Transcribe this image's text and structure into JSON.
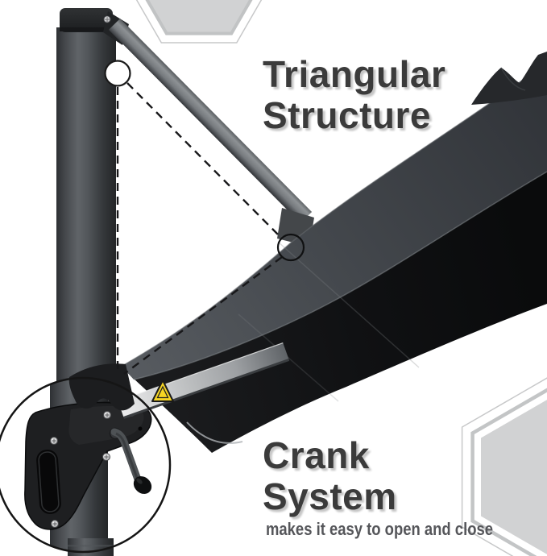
{
  "annotations": {
    "feature1_line1": "Triangular",
    "feature1_line2": "Structure",
    "feature2_line1": "Crank",
    "feature2_line2": "System",
    "feature2_caption": "makes it easy to open and close"
  },
  "colors": {
    "title_text": "#3b3b3b",
    "title_shadow": "#c6c6c6",
    "caption_text": "#55565a",
    "background": "#ffffff",
    "canopy_dark": "#0c0d0e",
    "canopy_lit_band": "#43474c",
    "pole_gray": "#4b4f53",
    "arm_silver": "#c3c5c6",
    "warning_yellow": "#f6d523",
    "hexagon_fill": "#d1d2d3",
    "hexagon_outline": "#c7c8c9",
    "annotation_line": "#18181a",
    "callout_circle_stroke": "#151515"
  }
}
